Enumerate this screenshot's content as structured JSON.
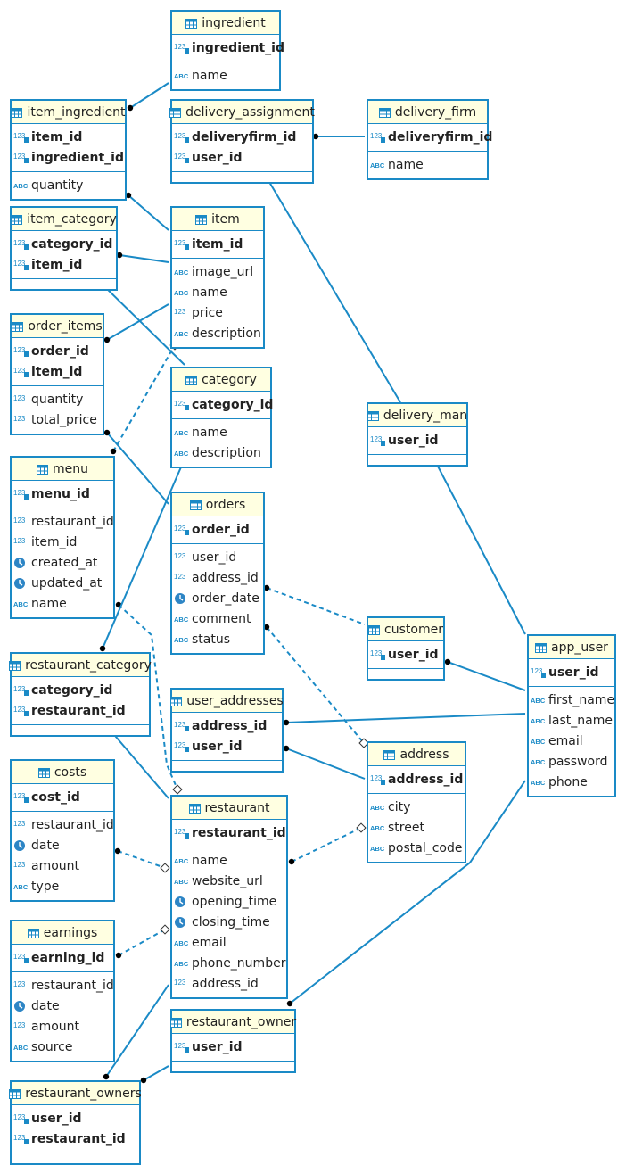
{
  "tables": [
    {
      "id": "ingredient",
      "name": "ingredient",
      "key": [
        {
          "name": "ingredient_id",
          "type": "num-key"
        }
      ],
      "columns": [
        {
          "name": "name",
          "type": "text"
        }
      ]
    },
    {
      "id": "item_ingredient",
      "name": "item_ingredient",
      "key": [
        {
          "name": "item_id",
          "type": "num-key"
        },
        {
          "name": "ingredient_id",
          "type": "num-key"
        }
      ],
      "columns": [
        {
          "name": "quantity",
          "type": "text"
        }
      ]
    },
    {
      "id": "delivery_assignment",
      "name": "delivery_assignment",
      "key": [
        {
          "name": "deliveryfirm_id",
          "type": "num-key"
        },
        {
          "name": "user_id",
          "type": "num-key"
        }
      ],
      "columns": []
    },
    {
      "id": "delivery_firm",
      "name": "delivery_firm",
      "key": [
        {
          "name": "deliveryfirm_id",
          "type": "num-key"
        }
      ],
      "columns": [
        {
          "name": "name",
          "type": "text"
        }
      ]
    },
    {
      "id": "item_category",
      "name": "item_category",
      "key": [
        {
          "name": "category_id",
          "type": "num-key"
        },
        {
          "name": "item_id",
          "type": "num-key"
        }
      ],
      "columns": []
    },
    {
      "id": "item",
      "name": "item",
      "key": [
        {
          "name": "item_id",
          "type": "num-key"
        }
      ],
      "columns": [
        {
          "name": "image_url",
          "type": "text"
        },
        {
          "name": "name",
          "type": "text"
        },
        {
          "name": "price",
          "type": "num"
        },
        {
          "name": "description",
          "type": "text"
        }
      ]
    },
    {
      "id": "order_items",
      "name": "order_items",
      "key": [
        {
          "name": "order_id",
          "type": "num-key"
        },
        {
          "name": "item_id",
          "type": "num-key"
        }
      ],
      "columns": [
        {
          "name": "quantity",
          "type": "num"
        },
        {
          "name": "total_price",
          "type": "num"
        }
      ]
    },
    {
      "id": "category",
      "name": "category",
      "key": [
        {
          "name": "category_id",
          "type": "num-key"
        }
      ],
      "columns": [
        {
          "name": "name",
          "type": "text"
        },
        {
          "name": "description",
          "type": "text"
        }
      ]
    },
    {
      "id": "delivery_man",
      "name": "delivery_man",
      "key": [
        {
          "name": "user_id",
          "type": "num-key"
        }
      ],
      "columns": []
    },
    {
      "id": "menu",
      "name": "menu",
      "key": [
        {
          "name": "menu_id",
          "type": "num-key"
        }
      ],
      "columns": [
        {
          "name": "restaurant_id",
          "type": "num"
        },
        {
          "name": "item_id",
          "type": "num"
        },
        {
          "name": "created_at",
          "type": "time"
        },
        {
          "name": "updated_at",
          "type": "time"
        },
        {
          "name": "name",
          "type": "text"
        }
      ]
    },
    {
      "id": "orders",
      "name": "orders",
      "key": [
        {
          "name": "order_id",
          "type": "num-key"
        }
      ],
      "columns": [
        {
          "name": "user_id",
          "type": "num"
        },
        {
          "name": "address_id",
          "type": "num"
        },
        {
          "name": "order_date",
          "type": "time"
        },
        {
          "name": "comment",
          "type": "text"
        },
        {
          "name": "status",
          "type": "text"
        }
      ]
    },
    {
      "id": "customer",
      "name": "customer",
      "key": [
        {
          "name": "user_id",
          "type": "num-key"
        }
      ],
      "columns": []
    },
    {
      "id": "app_user",
      "name": "app_user",
      "key": [
        {
          "name": "user_id",
          "type": "num-key"
        }
      ],
      "columns": [
        {
          "name": "first_name",
          "type": "text"
        },
        {
          "name": "last_name",
          "type": "text"
        },
        {
          "name": "email",
          "type": "text"
        },
        {
          "name": "password",
          "type": "text"
        },
        {
          "name": "phone",
          "type": "text"
        }
      ]
    },
    {
      "id": "restaurant_category",
      "name": "restaurant_category",
      "key": [
        {
          "name": "category_id",
          "type": "num-key"
        },
        {
          "name": "restaurant_id",
          "type": "num-key"
        }
      ],
      "columns": []
    },
    {
      "id": "user_addresses",
      "name": "user_addresses",
      "key": [
        {
          "name": "address_id",
          "type": "num-key"
        },
        {
          "name": "user_id",
          "type": "num-key"
        }
      ],
      "columns": []
    },
    {
      "id": "address",
      "name": "address",
      "key": [
        {
          "name": "address_id",
          "type": "num-key"
        }
      ],
      "columns": [
        {
          "name": "city",
          "type": "text"
        },
        {
          "name": "street",
          "type": "text"
        },
        {
          "name": "postal_code",
          "type": "text"
        }
      ]
    },
    {
      "id": "costs",
      "name": "costs",
      "key": [
        {
          "name": "cost_id",
          "type": "num-key"
        }
      ],
      "columns": [
        {
          "name": "restaurant_id",
          "type": "num"
        },
        {
          "name": "date",
          "type": "time"
        },
        {
          "name": "amount",
          "type": "num"
        },
        {
          "name": "type",
          "type": "text"
        }
      ]
    },
    {
      "id": "restaurant",
      "name": "restaurant",
      "key": [
        {
          "name": "restaurant_id",
          "type": "num-key"
        }
      ],
      "columns": [
        {
          "name": "name",
          "type": "text"
        },
        {
          "name": "website_url",
          "type": "text"
        },
        {
          "name": "opening_time",
          "type": "time"
        },
        {
          "name": "closing_time",
          "type": "time"
        },
        {
          "name": "email",
          "type": "text"
        },
        {
          "name": "phone_number",
          "type": "text"
        },
        {
          "name": "address_id",
          "type": "num"
        }
      ]
    },
    {
      "id": "earnings",
      "name": "earnings",
      "key": [
        {
          "name": "earning_id",
          "type": "num-key"
        }
      ],
      "columns": [
        {
          "name": "restaurant_id",
          "type": "num"
        },
        {
          "name": "date",
          "type": "time"
        },
        {
          "name": "amount",
          "type": "num"
        },
        {
          "name": "source",
          "type": "text"
        }
      ]
    },
    {
      "id": "restaurant_owner",
      "name": "restaurant_owner",
      "key": [
        {
          "name": "user_id",
          "type": "num-key"
        }
      ],
      "columns": []
    },
    {
      "id": "restaurant_owners",
      "name": "restaurant_owners",
      "key": [
        {
          "name": "user_id",
          "type": "num-key"
        },
        {
          "name": "restaurant_id",
          "type": "num-key"
        }
      ],
      "columns": []
    }
  ],
  "relationships": [
    {
      "from": "item_ingredient",
      "to": "ingredient",
      "style": "solid"
    },
    {
      "from": "item_ingredient",
      "to": "item",
      "style": "solid"
    },
    {
      "from": "delivery_assignment",
      "to": "delivery_firm",
      "style": "solid"
    },
    {
      "from": "delivery_assignment",
      "to": "delivery_man",
      "style": "solid"
    },
    {
      "from": "item_category",
      "to": "item",
      "style": "solid"
    },
    {
      "from": "item_category",
      "to": "category",
      "style": "solid"
    },
    {
      "from": "order_items",
      "to": "item",
      "style": "solid"
    },
    {
      "from": "order_items",
      "to": "orders",
      "style": "solid"
    },
    {
      "from": "menu",
      "to": "item",
      "style": "dashed"
    },
    {
      "from": "menu",
      "to": "restaurant",
      "style": "dashed"
    },
    {
      "from": "orders",
      "to": "customer",
      "style": "dashed"
    },
    {
      "from": "orders",
      "to": "address",
      "style": "dashed"
    },
    {
      "from": "customer",
      "to": "app_user",
      "style": "solid"
    },
    {
      "from": "delivery_man",
      "to": "app_user",
      "style": "solid"
    },
    {
      "from": "restaurant_category",
      "to": "category",
      "style": "solid"
    },
    {
      "from": "restaurant_category",
      "to": "restaurant",
      "style": "solid"
    },
    {
      "from": "user_addresses",
      "to": "app_user",
      "style": "solid"
    },
    {
      "from": "user_addresses",
      "to": "address",
      "style": "solid"
    },
    {
      "from": "costs",
      "to": "restaurant",
      "style": "dashed"
    },
    {
      "from": "earnings",
      "to": "restaurant",
      "style": "dashed"
    },
    {
      "from": "restaurant",
      "to": "address",
      "style": "dashed"
    },
    {
      "from": "restaurant_owner",
      "to": "app_user",
      "style": "solid"
    },
    {
      "from": "restaurant_owners",
      "to": "restaurant",
      "style": "solid"
    },
    {
      "from": "restaurant_owners",
      "to": "restaurant_owner",
      "style": "solid"
    }
  ],
  "colors": {
    "border": "#1a8ac6",
    "header_bg": "#ffffe1",
    "line": "#1a8ac6",
    "text": "#222222"
  }
}
